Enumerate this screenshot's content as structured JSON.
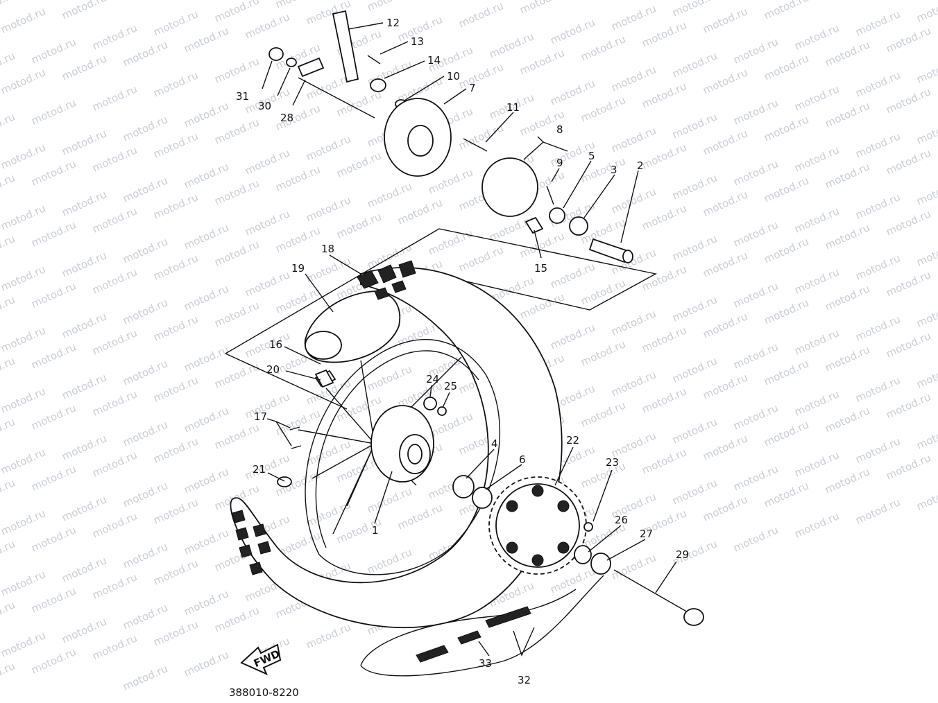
{
  "diagram": {
    "watermark": "motod.ru",
    "drawing_code": "388010-8220",
    "fwd_label": "FWD",
    "callouts": [
      {
        "id": "c1",
        "text": "1"
      },
      {
        "id": "c2",
        "text": "2"
      },
      {
        "id": "c3",
        "text": "3"
      },
      {
        "id": "c4",
        "text": "4"
      },
      {
        "id": "c5",
        "text": "5"
      },
      {
        "id": "c6",
        "text": "6"
      },
      {
        "id": "c7",
        "text": "7"
      },
      {
        "id": "c8",
        "text": "8"
      },
      {
        "id": "c9",
        "text": "9"
      },
      {
        "id": "c10",
        "text": "10"
      },
      {
        "id": "c11",
        "text": "11"
      },
      {
        "id": "c12",
        "text": "12"
      },
      {
        "id": "c13",
        "text": "13"
      },
      {
        "id": "c14",
        "text": "14"
      },
      {
        "id": "c15",
        "text": "15"
      },
      {
        "id": "c16",
        "text": "16"
      },
      {
        "id": "c17",
        "text": "17"
      },
      {
        "id": "c18",
        "text": "18"
      },
      {
        "id": "c19",
        "text": "19"
      },
      {
        "id": "c20",
        "text": "20"
      },
      {
        "id": "c21",
        "text": "21"
      },
      {
        "id": "c22",
        "text": "22"
      },
      {
        "id": "c23",
        "text": "23"
      },
      {
        "id": "c24",
        "text": "24"
      },
      {
        "id": "c25",
        "text": "25"
      },
      {
        "id": "c26",
        "text": "26"
      },
      {
        "id": "c27",
        "text": "27"
      },
      {
        "id": "c28",
        "text": "28"
      },
      {
        "id": "c29",
        "text": "29"
      },
      {
        "id": "c30",
        "text": "30"
      },
      {
        "id": "c31",
        "text": "31"
      },
      {
        "id": "c32",
        "text": "32"
      },
      {
        "id": "c33",
        "text": "33"
      }
    ]
  }
}
